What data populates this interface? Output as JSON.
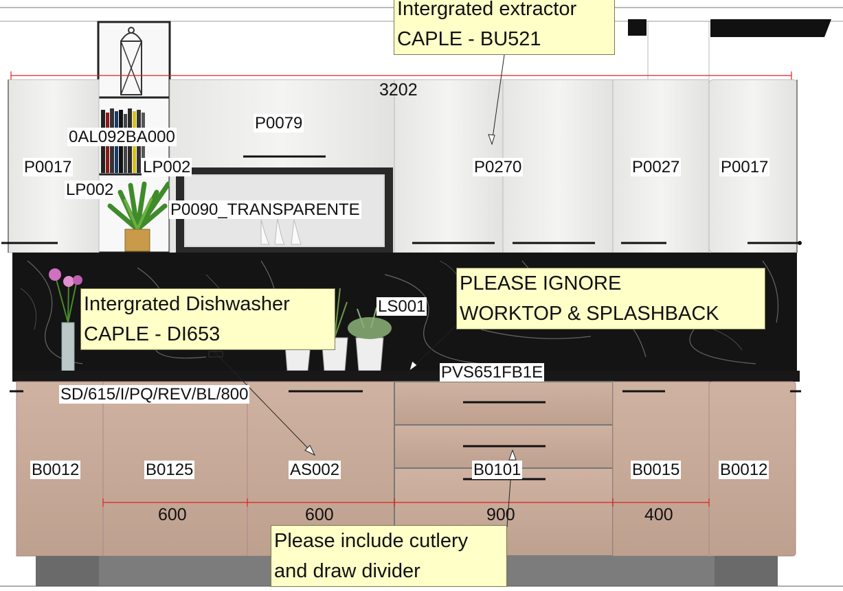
{
  "overall_dimension": "3202",
  "base_dimensions": [
    "600",
    "600",
    "900",
    "400"
  ],
  "wall_labels": {
    "p0017_left": "P0017",
    "code_0al": "0AL092BA000",
    "lp002_right": "LP002",
    "lp002_left": "LP002",
    "p0079": "P0079",
    "p0090": "P0090_TRANSPARENTE",
    "p0270": "P0270",
    "p0027": "P0027",
    "p0017_right": "P0017"
  },
  "mid_labels": {
    "ls001": "LS001",
    "pvs": "PVS651FB1E",
    "sd": "SD/615/I/PQ/REV/BL/800"
  },
  "base_labels": {
    "b0012_left": "B0012",
    "b0125": "B0125",
    "as002": "AS002",
    "b0101": "B0101",
    "b0015": "B0015",
    "b0012_right": "B0012"
  },
  "notes": {
    "extractor": [
      "Intergrated extractor",
      "CAPLE - BU521"
    ],
    "dishwasher": [
      "Intergrated Dishwasher",
      "CAPLE - DI653"
    ],
    "ignore": [
      "PLEASE IGNORE",
      "WORKTOP & SPLASHBACK"
    ],
    "cutlery": [
      "Please include cutlery",
      "and draw divider"
    ]
  },
  "colors": {
    "wall_unit": "#ececea",
    "base_unit": "#c8aa98",
    "splashback": "#111111",
    "plinth": "#7c7c7c",
    "note_fill": "#ffffc8",
    "dimension_line": "#e02020"
  }
}
